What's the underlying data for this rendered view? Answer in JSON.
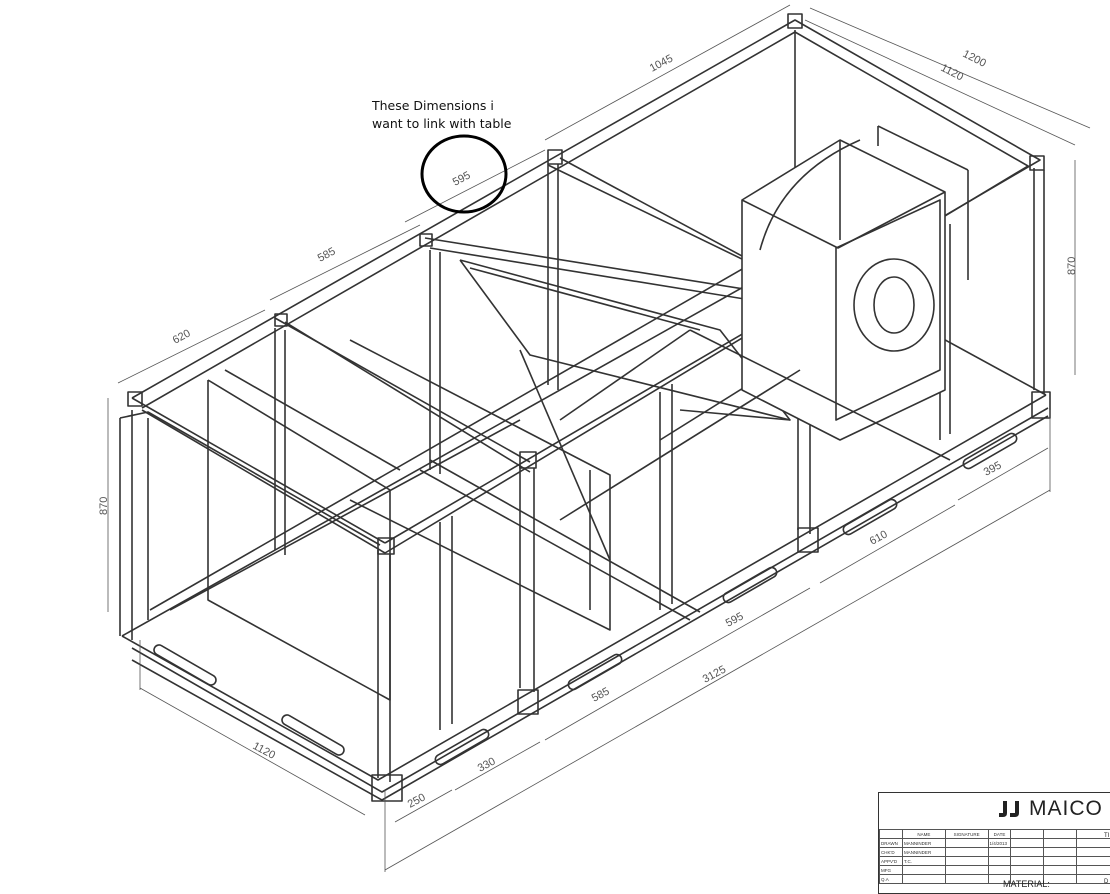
{
  "annotation": {
    "line1": "These Dimensions i",
    "line2": "want to link with table"
  },
  "dimensions": {
    "top_1045": "1045",
    "top_1200": "1200",
    "top_1120": "1120",
    "top_595": "595",
    "top_585": "585",
    "top_620": "620",
    "height_right": "870",
    "height_left": "870",
    "right_395": "395",
    "right_610": "610",
    "mid_595": "595",
    "total_3125": "3125",
    "mid_585": "585",
    "front_1120": "1120",
    "front_330": "330",
    "front_250": "250"
  },
  "title_block": {
    "company": "MAICO",
    "company_trail": "(",
    "headers": [
      "NAME",
      "SIGNATURE",
      "DATE"
    ],
    "rows": [
      {
        "label": "DRAWN",
        "name": "MANNINDER",
        "date": "1/4/2013"
      },
      {
        "label": "CHK'D",
        "name": "MANNINDER",
        "date": ""
      },
      {
        "label": "APPV'D",
        "name": "T.C.",
        "date": ""
      },
      {
        "label": "MFG",
        "name": "",
        "date": ""
      },
      {
        "label": "Q.A",
        "name": "",
        "date": ""
      }
    ],
    "material_label": "MATERIAL:",
    "side_top": "TI",
    "side_bottom": "D"
  },
  "colors": {
    "line": "#333333",
    "highlight_circle": "#000000",
    "dimension": "#555555"
  }
}
